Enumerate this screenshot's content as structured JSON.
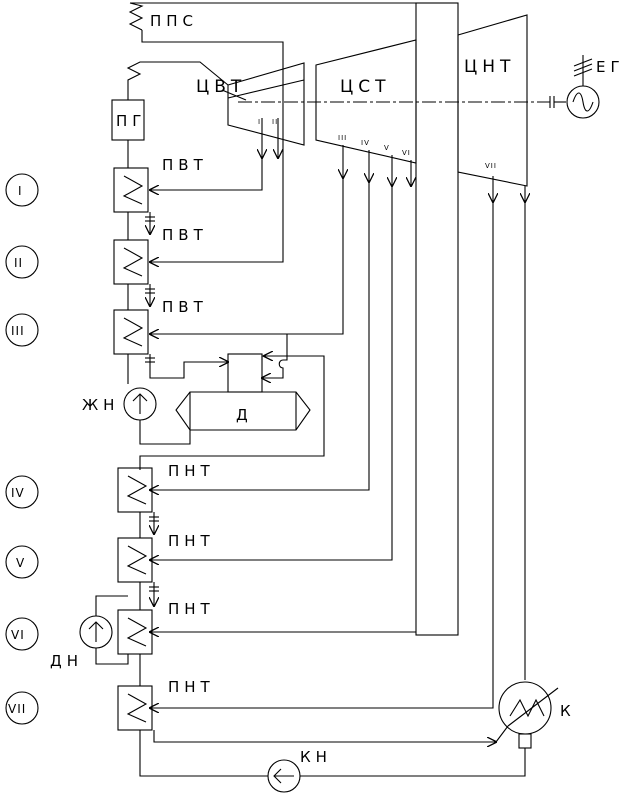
{
  "labels": {
    "pps": "ППС",
    "cvt": "ЦВТ",
    "cst": "ЦСТ",
    "cnt": "ЦНТ",
    "eg": "ЕГ",
    "pg": "ПГ",
    "pvt1": "ПВТ",
    "pvt2": "ПВТ",
    "pvt3": "ПВТ",
    "pnt4": "ПНТ",
    "pnt5": "ПНТ",
    "pnt6": "ПНТ",
    "pnt7": "ПНТ",
    "deaerator": "Д",
    "zhn": "ЖН",
    "dn": "ДН",
    "kn": "КН",
    "k": "К"
  },
  "stages": {
    "s1": "I",
    "s2": "II",
    "s3": "III",
    "s4": "IV",
    "s5": "V",
    "s6": "VI",
    "s7": "VII"
  },
  "extractions": {
    "e1": "I",
    "e2": "II",
    "e3": "III",
    "e4": "IV",
    "e5": "V",
    "e6": "VI",
    "e7": "VII"
  }
}
